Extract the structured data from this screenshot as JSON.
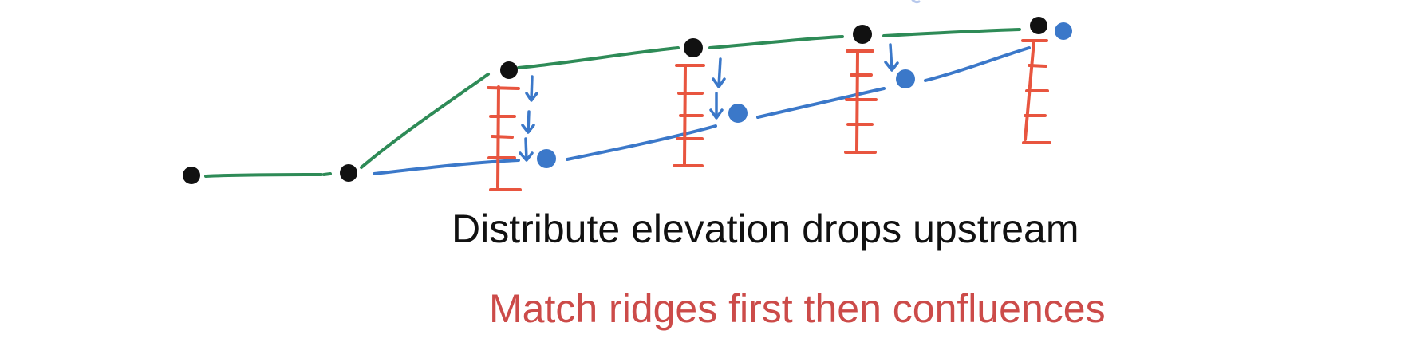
{
  "captions": {
    "main": "Distribute elevation drops upstream",
    "sub": "Match ridges first then confluences"
  },
  "colors": {
    "background": "#ffffff",
    "original_profile": "#2e8b57",
    "adjusted_profile": "#3b78c9",
    "elevation_ladder": "#e8553f",
    "ridge_node": "#111111",
    "confluence_node": "#3b78c9",
    "caption_main": "#111111",
    "caption_sub": "#cc4b49"
  },
  "diagram": {
    "original_profile_nodes": 6,
    "adjusted_profile_nodes": 4,
    "elevation_ladders": 4
  }
}
